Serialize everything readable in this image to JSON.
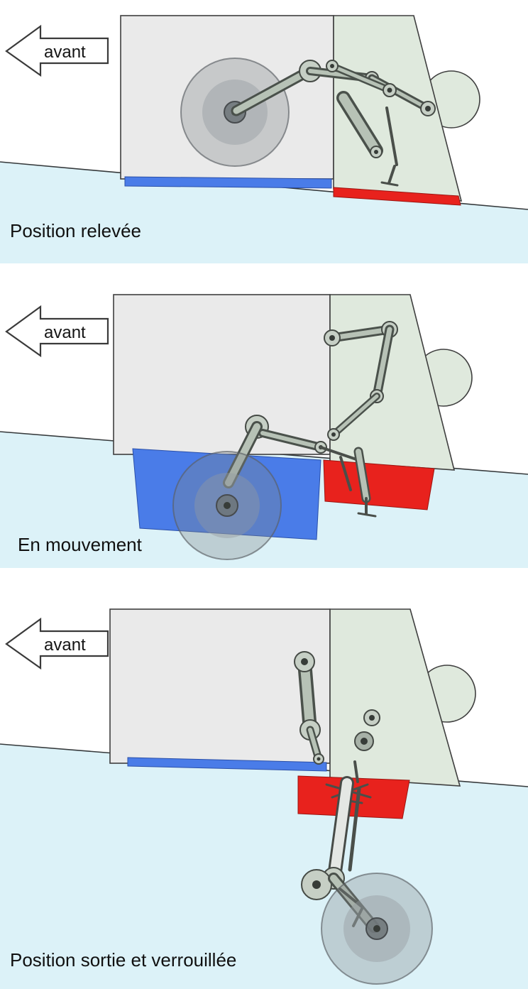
{
  "colors": {
    "water": "#dcf2f8",
    "fuselage": "#eaeaea",
    "bay": "#dfe9dd",
    "door_blue": "#4a7ce8",
    "door_red": "#e8221d",
    "outline": "#3f3f3f",
    "mechanism": "#b7c2b6"
  },
  "panels": [
    {
      "arrow_label": "avant",
      "caption": "Position relevée"
    },
    {
      "arrow_label": "avant",
      "caption": "En mouvement"
    },
    {
      "arrow_label": "avant",
      "caption": "Position sortie et verrouillée"
    }
  ]
}
